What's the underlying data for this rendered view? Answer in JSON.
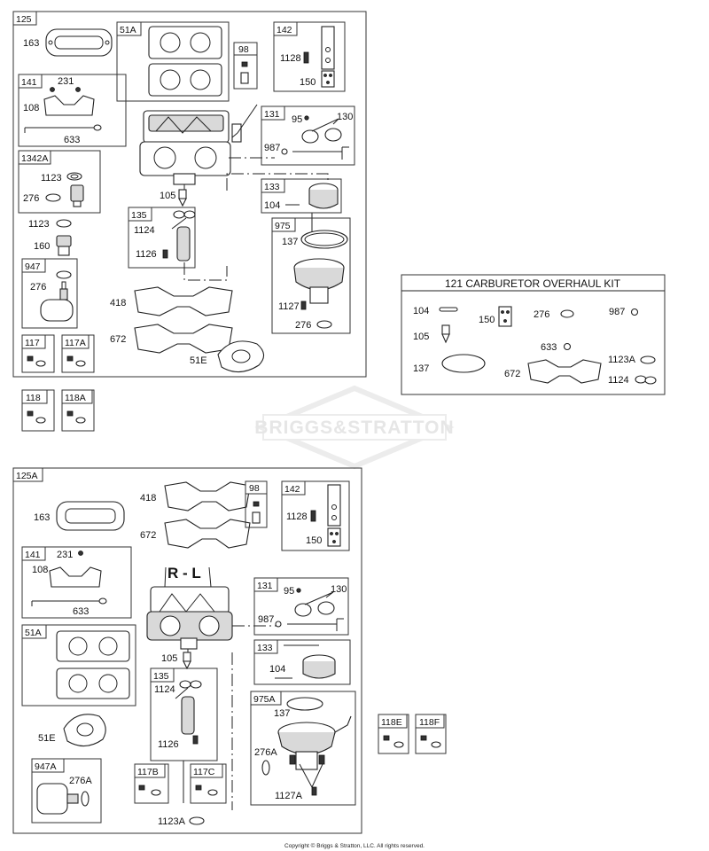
{
  "watermark": "BRIGGS&STRATTON",
  "copyright": "Copyright © Briggs & Stratton, LLC. All rights reserved.",
  "assembly_top": {
    "id": "125",
    "labels": {
      "p163": "163",
      "p51A": "51A",
      "p98": "98",
      "p142": "142",
      "p1128": "1128",
      "p150": "150",
      "p141": "141",
      "p231": "231",
      "p108": "108",
      "p633": "633",
      "p131": "131",
      "p95": "95",
      "p130": "130",
      "p987": "987",
      "p1342A": "1342A",
      "p1123a": "1123",
      "p276a": "276",
      "p1123b": "1123",
      "p160": "160",
      "p105": "105",
      "p133": "133",
      "p104": "104",
      "p135": "135",
      "p1124": "1124",
      "p1126": "1126",
      "p975": "975",
      "p137": "137",
      "p1127": "1127",
      "p276b": "276",
      "p947": "947",
      "p276c": "276",
      "p418": "418",
      "p672": "672",
      "p51E": "51E",
      "p117": "117",
      "p117A": "117A"
    }
  },
  "loose_top": {
    "p118": "118",
    "p118A": "118A"
  },
  "kit": {
    "title": "121 CARBURETOR OVERHAUL KIT",
    "labels": {
      "p104": "104",
      "p150": "150",
      "p276": "276",
      "p987": "987",
      "p105": "105",
      "p633": "633",
      "p137": "137",
      "p672": "672",
      "p1123A": "1123A",
      "p1124": "1124"
    }
  },
  "assembly_bottom": {
    "id": "125A",
    "rl": "R - L",
    "labels": {
      "p418": "418",
      "p672": "672",
      "p98": "98",
      "p142": "142",
      "p1128": "1128",
      "p150": "150",
      "p163": "163",
      "p141": "141",
      "p231": "231",
      "p108": "108",
      "p633": "633",
      "p131": "131",
      "p95": "95",
      "p130": "130",
      "p987": "987",
      "p51A": "51A",
      "p133": "133",
      "p104": "104",
      "p105": "105",
      "p135": "135",
      "p1124": "1124",
      "p1126": "1126",
      "p975A": "975A",
      "p137": "137",
      "p276A": "276A",
      "p1127A": "1127A",
      "p51E": "51E",
      "p947A": "947A",
      "p276Ab": "276A",
      "p117B": "117B",
      "p117C": "117C",
      "p1123A": "1123A"
    }
  },
  "loose_bottom": {
    "p118E": "118E",
    "p118F": "118F"
  }
}
